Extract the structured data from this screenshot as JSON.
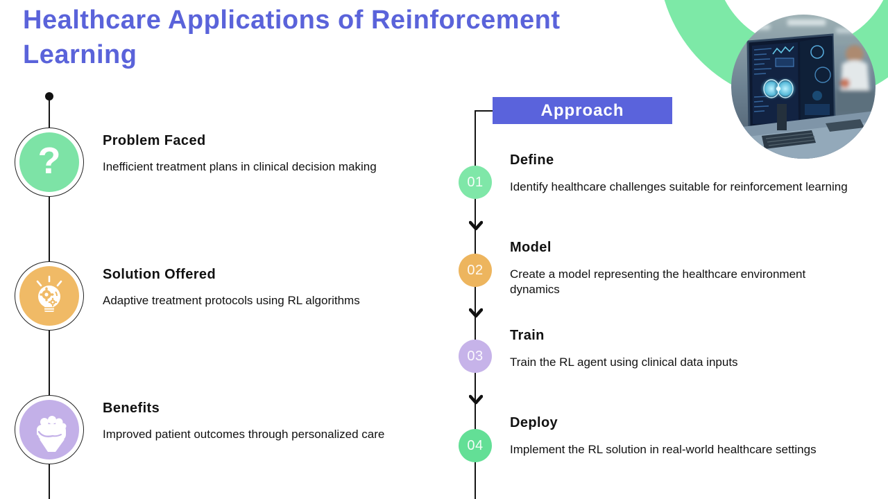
{
  "slide": {
    "title": "Healthcare Applications of Reinforcement Learning",
    "title_color": "#5a63da"
  },
  "left_panel": {
    "items": [
      {
        "heading": "Problem Faced",
        "description": "Inefficient treatment plans in clinical decision making",
        "icon": "question-mark-icon",
        "color": "#7de3a6",
        "question_glyph": "?"
      },
      {
        "heading": "Solution Offered",
        "description": "Adaptive treatment protocols using RL algorithms",
        "icon": "lightbulb-gear-icon",
        "color": "#f0ba66"
      },
      {
        "heading": "Benefits",
        "description": "Improved patient outcomes through personalized care",
        "icon": "fist-icon",
        "color": "#c3b0e8"
      }
    ]
  },
  "approach_panel": {
    "header": "Approach",
    "header_bg": "#5a63dc",
    "steps": [
      {
        "number": "01",
        "heading": "Define",
        "description": "Identify healthcare challenges suitable for reinforcement learning",
        "color": "#7fe7a8"
      },
      {
        "number": "02",
        "heading": "Model",
        "description": "Create a model representing the healthcare environment dynamics",
        "color": "#edb55e"
      },
      {
        "number": "03",
        "heading": "Train",
        "description": "Train the RL agent using clinical data inputs",
        "color": "#c6b3e9"
      },
      {
        "number": "04",
        "heading": "Deploy",
        "description": "Implement the RL solution in real-world healthcare settings",
        "color": "#63df96"
      }
    ]
  },
  "decor": {
    "arc_color": "#7de9a7",
    "photo_label": "lab-monitors-photo"
  }
}
